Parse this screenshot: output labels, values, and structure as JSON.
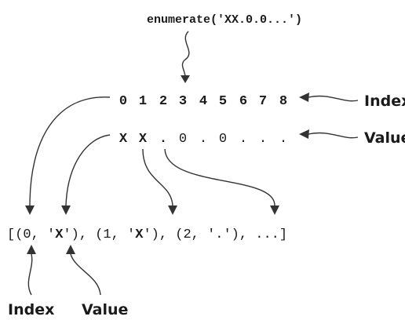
{
  "call": "enumerate('XX.0.0...')",
  "index_digits": [
    "0",
    "1",
    "2",
    "3",
    "4",
    "5",
    "6",
    "7",
    "8"
  ],
  "value_chars": [
    "X",
    "X",
    ".",
    "0",
    ".",
    "0",
    ".",
    ".",
    "."
  ],
  "labels": {
    "index_right": "Index",
    "value_right": "Value",
    "index_bottom": "Index",
    "value_bottom": "Value"
  },
  "result": {
    "line": "[(0, 'X'), (1, 'X'), (2, '.'), ...]",
    "seg1": "[(0, '",
    "x1": "X",
    "seg2": "'), (1, '",
    "x2": "X",
    "seg3": "'), (2, '.'), ...]"
  }
}
